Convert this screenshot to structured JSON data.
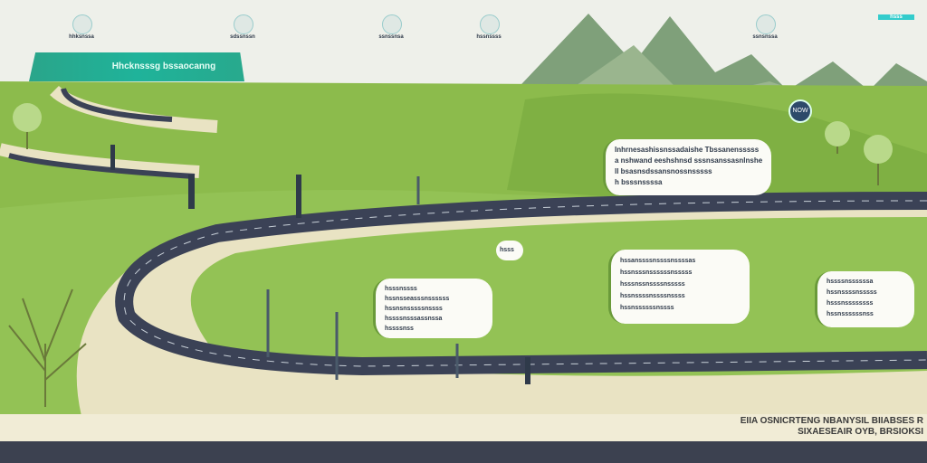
{
  "banner": {
    "title": "Hhcknsssg bssaocanng"
  },
  "top_labels": [
    "hhksnssa",
    "sdssnssn",
    "ssnssnsa",
    "hssnssss",
    "ssnsnssa",
    "hsss"
  ],
  "bubbles": {
    "right_top": {
      "lines": [
        "Inhrnesashissnssadaishe Tbssanensssss",
        "a  nshwand eeshshnsd sssnsanssasnlnshe",
        "ll bsasnsdssansnossnsssss",
        "h bsssnssssa"
      ]
    },
    "center": {
      "lines": [
        "hsssnssss",
        "hssnsseasssnssssss",
        "hssnsnsssssnssss",
        "hssssnsssassnssa",
        "hssssnss"
      ]
    },
    "right_mid": {
      "lines": [
        "hssanssssnssssnssssas",
        "hssnsssnssssssnsssss",
        "hsssnssnssssnsssss",
        "hssnssssnssssnssss",
        "hssnssssssnssss"
      ]
    },
    "far_right": {
      "lines": [
        "hssssnssssssa",
        "hssnssssnsssss",
        "hsssnssssssss",
        "hssnssssssnss"
      ]
    },
    "small": {
      "label": "hsss"
    },
    "pin_now": {
      "label": "NOW"
    }
  },
  "caption": {
    "line1": "EIIA OSNICRTENG NBANYSIL BIIABSES R",
    "line2": "SIXAESEAIR OYB, BRSIOKSI"
  },
  "colors": {
    "sky": "#eef0ea",
    "grass": "#8cbb4c",
    "road": "#3b4256",
    "path": "#e9e3c3",
    "banner": "#22ad91",
    "bottom_bar": "#3c4150"
  }
}
